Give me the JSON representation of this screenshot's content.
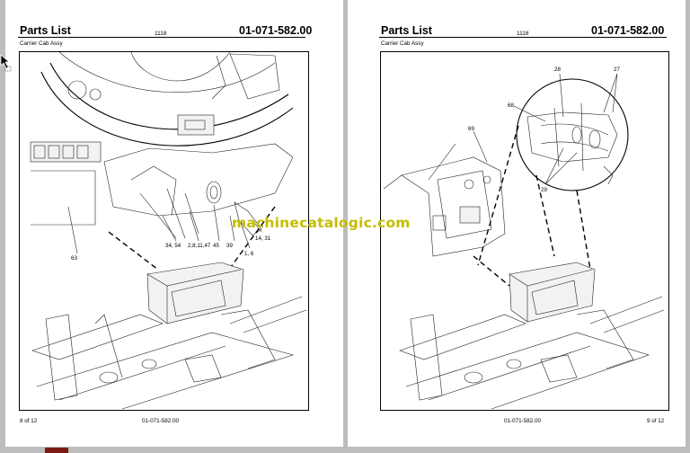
{
  "left_page": {
    "title": "Parts List",
    "page_code": "1118",
    "doc_number": "01-071-582.00",
    "subtitle": "Carrier Cab Assy",
    "footer_page": "8 of 12",
    "footer_doc": "01-071-582.00",
    "callouts": {
      "c34_54": "34, 54",
      "c2_8_11_47": "2,8,11,47",
      "c45": "45",
      "c39": "39",
      "c14_31": "14, 31",
      "c1_6": "1, 6",
      "c63": "63"
    }
  },
  "right_page": {
    "title": "Parts List",
    "page_code": "1118",
    "doc_number": "01-071-582.00",
    "subtitle": "Carrier Cab Assy",
    "footer_doc": "01-071-582.00",
    "footer_page": "9 of 12",
    "callouts": {
      "c28": "28",
      "c27": "27",
      "c68": "68",
      "c69": "69",
      "c29": "29"
    }
  },
  "watermark": "machinecatalogic.com",
  "icons": {
    "cursor": "arrow-cursor-icon"
  }
}
